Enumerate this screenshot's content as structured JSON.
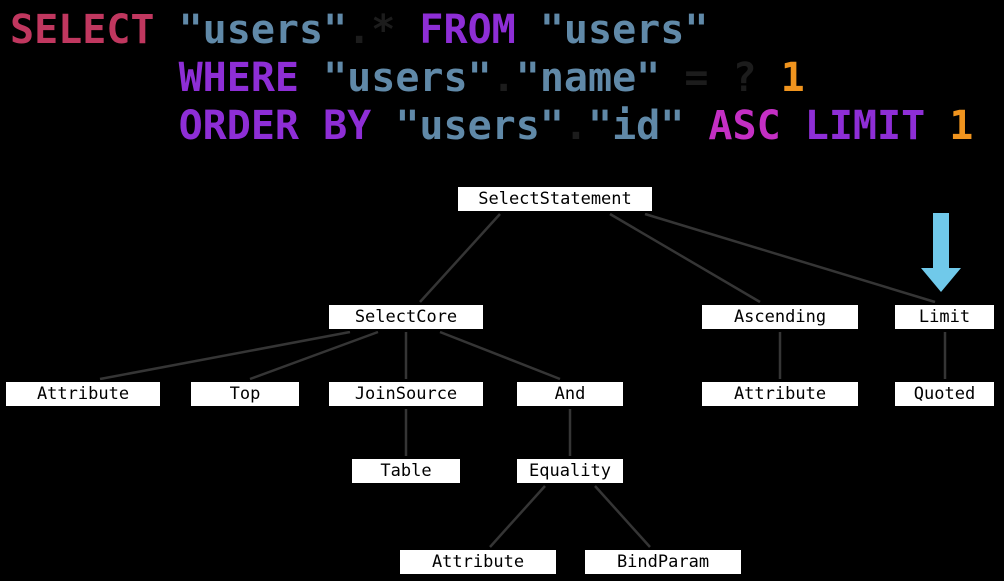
{
  "sql": {
    "lines": [
      {
        "segments": [
          {
            "t": "SELECT ",
            "c": "keyword_select"
          },
          {
            "t": "\"users\"",
            "c": "string"
          },
          {
            "t": ".* ",
            "c": "punctuation_dim"
          },
          {
            "t": "FROM ",
            "c": "keyword"
          },
          {
            "t": "\"users\"",
            "c": "string"
          }
        ]
      },
      {
        "segments": [
          {
            "t": "       ",
            "c": "punctuation_dim"
          },
          {
            "t": "WHERE ",
            "c": "keyword"
          },
          {
            "t": "\"users\"",
            "c": "string"
          },
          {
            "t": ".",
            "c": "punctuation_dim"
          },
          {
            "t": "\"name\"",
            "c": "string"
          },
          {
            "t": " = ? ",
            "c": "punctuation_dim"
          },
          {
            "t": "1",
            "c": "number"
          }
        ]
      },
      {
        "segments": [
          {
            "t": "       ",
            "c": "punctuation_dim"
          },
          {
            "t": "ORDER BY ",
            "c": "keyword"
          },
          {
            "t": "\"users\"",
            "c": "string"
          },
          {
            "t": ".",
            "c": "punctuation_dim"
          },
          {
            "t": "\"id\"",
            "c": "string"
          },
          {
            "t": " ",
            "c": "punctuation_dim"
          },
          {
            "t": "ASC ",
            "c": "keyword_asc"
          },
          {
            "t": "LIMIT ",
            "c": "keyword"
          },
          {
            "t": "1",
            "c": "number"
          }
        ]
      }
    ]
  },
  "tree": {
    "nodes": [
      {
        "label": "SelectStatement"
      },
      {
        "label": "SelectCore"
      },
      {
        "label": "Ascending"
      },
      {
        "label": "Limit"
      },
      {
        "label": "Attribute"
      },
      {
        "label": "Top"
      },
      {
        "label": "JoinSource"
      },
      {
        "label": "And"
      },
      {
        "label": "Attribute"
      },
      {
        "label": "Quoted"
      },
      {
        "label": "Table"
      },
      {
        "label": "Equality"
      },
      {
        "label": "Attribute"
      },
      {
        "label": "BindParam"
      }
    ],
    "edges": [
      [
        "SelectStatement",
        "SelectCore"
      ],
      [
        "SelectStatement",
        "Ascending"
      ],
      [
        "SelectStatement",
        "Limit"
      ],
      [
        "SelectCore",
        "Attribute"
      ],
      [
        "SelectCore",
        "Top"
      ],
      [
        "SelectCore",
        "JoinSource"
      ],
      [
        "SelectCore",
        "And"
      ],
      [
        "JoinSource",
        "Table"
      ],
      [
        "And",
        "Equality"
      ],
      [
        "Equality",
        "Attribute"
      ],
      [
        "Equality",
        "BindParam"
      ],
      [
        "Ascending",
        "Attribute"
      ],
      [
        "Limit",
        "Quoted"
      ]
    ],
    "annotation": "blue arrow pointing down at Limit node"
  },
  "colors": {
    "background": "#000000",
    "keyword_select": "#c0375f",
    "keyword": "#8e2ed6",
    "keyword_asc": "#c42fc4",
    "string": "#6089a8",
    "number": "#f0941e",
    "punctuation_dim": "#1c1c1c",
    "edge": "#353535",
    "arrow": "#70c9ea",
    "node_bg": "#ffffff",
    "node_text": "#000000"
  }
}
